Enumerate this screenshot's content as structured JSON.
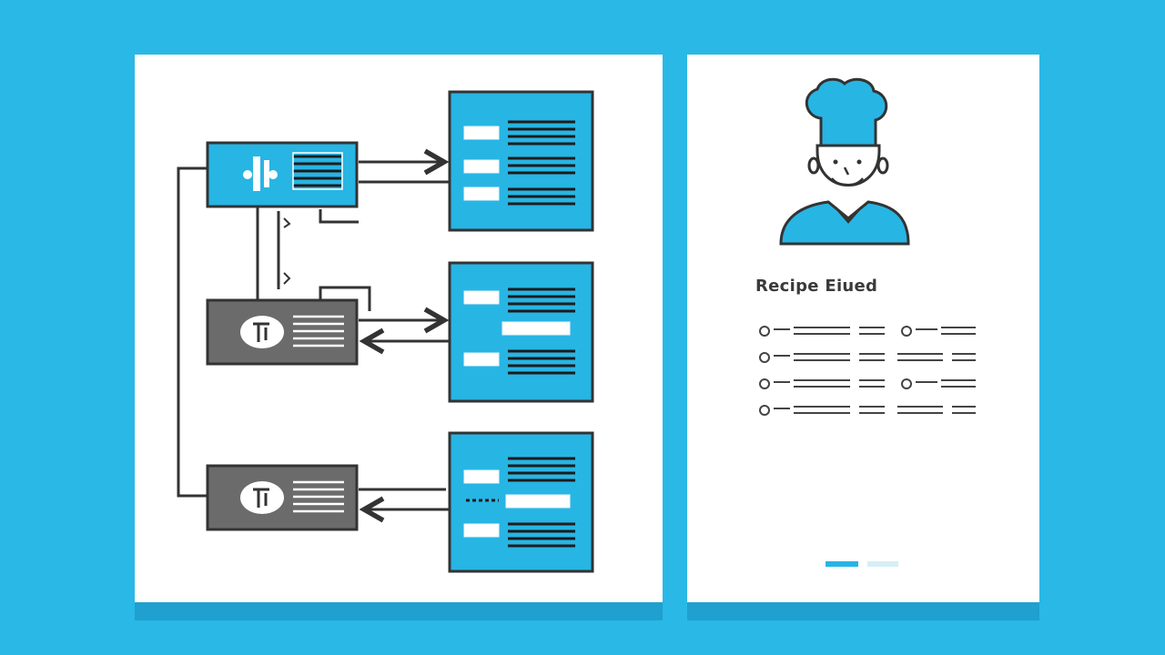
{
  "colors": {
    "background": "#2ab8e6",
    "panel": "#ffffff",
    "accent": "#27b5e4",
    "gray_box": "#6b6b6b",
    "line": "#333333"
  },
  "recipe_card": {
    "title": "Recipe Eiued",
    "icon": "chef-icon"
  },
  "diagram": {
    "source_nodes": [
      {
        "name": "source-node-top",
        "icon": "blender-icon",
        "style": "accent"
      },
      {
        "name": "source-node-middle",
        "icon": "dish-icon",
        "style": "gray"
      },
      {
        "name": "source-node-bottom",
        "icon": "dish-icon",
        "style": "gray"
      }
    ],
    "target_cards": [
      {
        "name": "target-card-top"
      },
      {
        "name": "target-card-middle"
      },
      {
        "name": "target-card-bottom"
      }
    ]
  }
}
